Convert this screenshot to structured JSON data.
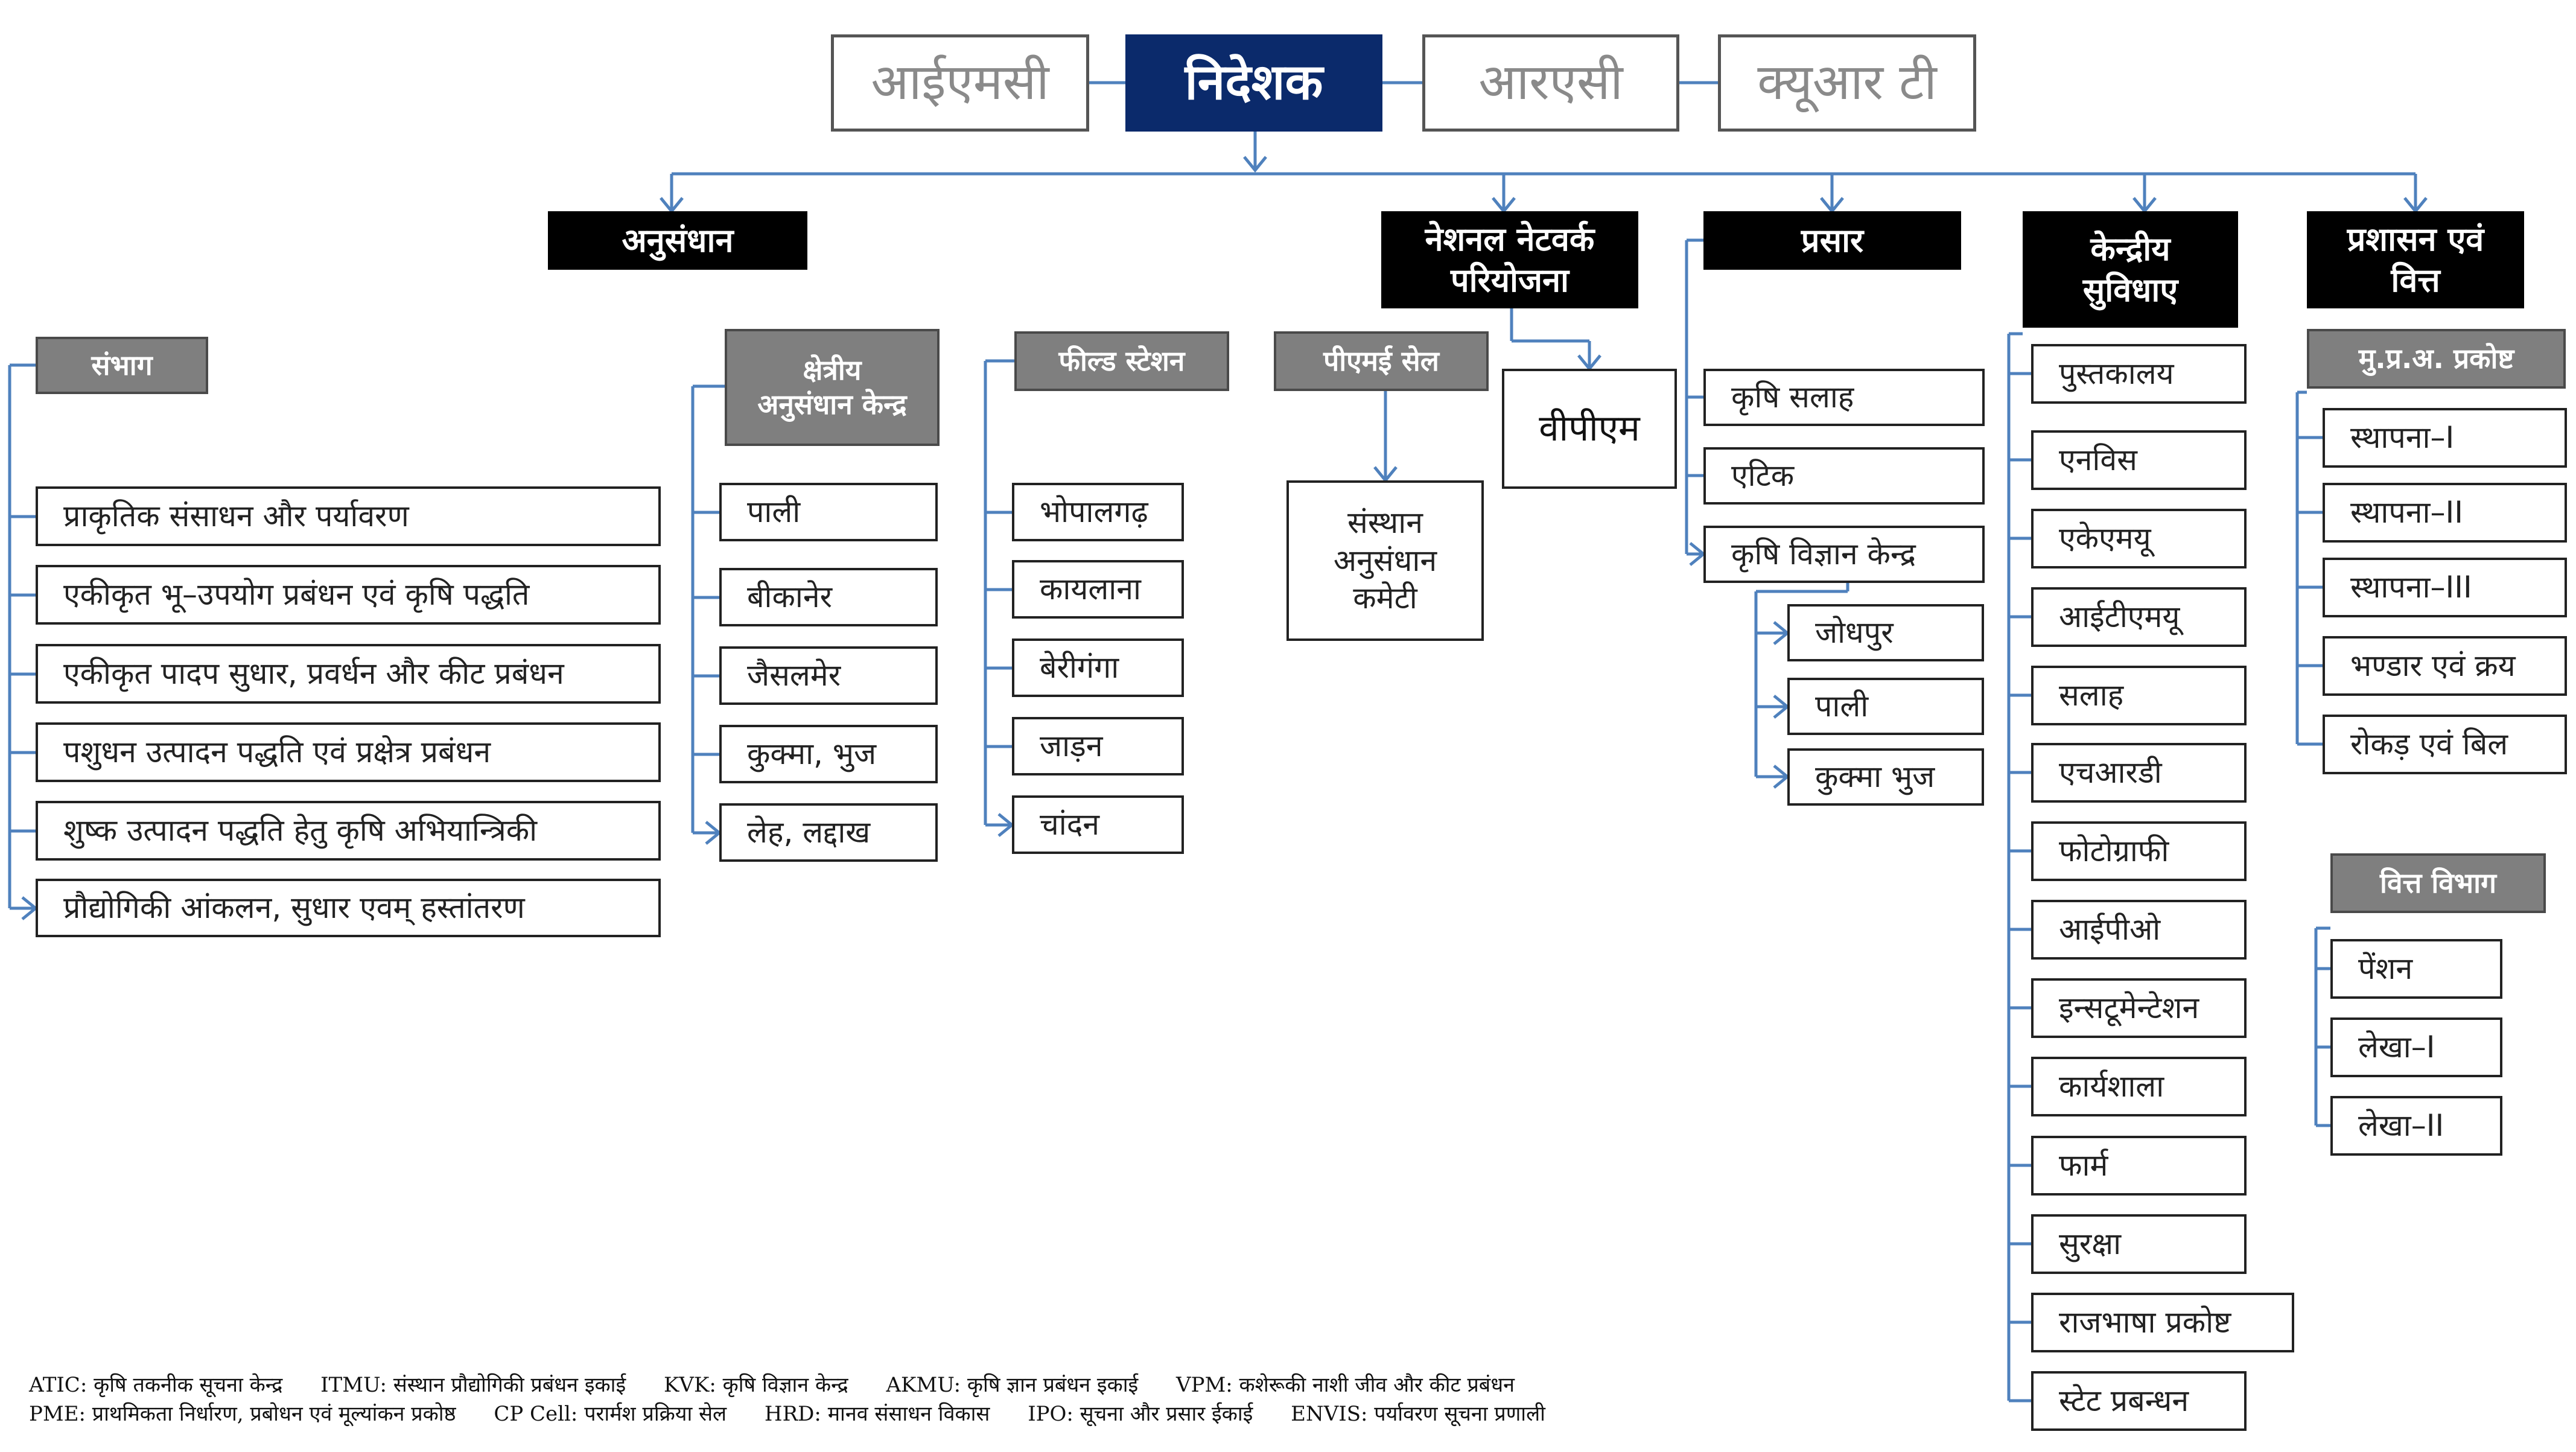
{
  "top_row": [
    "आईएमसी",
    "निदेशक",
    "आरएसी",
    "क्यूआर टी"
  ],
  "heads": {
    "research": "अनुसंधान",
    "national_network": "नेशनल नेटवर्क परियोजना",
    "extension": "प्रसार",
    "central_facilities": "केन्द्रीय सुविधाए",
    "admin_finance": "प्रशासन एवं वित्त"
  },
  "divisions": {
    "title": "संभाग",
    "items": [
      "प्राकृतिक संसाधन और पर्यावरण",
      "एकीकृत भू–उपयोग प्रबंधन एवं कृषि पद्धति",
      "एकीकृत पादप सुधार, प्रवर्धन और कीट प्रबंधन",
      "पशुधन उत्पादन पद्धति एवं प्रक्षेत्र प्रबंधन",
      "शुष्क उत्पादन पद्धति हेतु कृषि अभियान्त्रिकी",
      "प्रौद्योगिकी आंकलन, सुधार एवम् हस्तांतरण"
    ]
  },
  "regional_centres": {
    "title": "क्षेत्रीय अनुसंधान केन्द्र",
    "items": [
      "पाली",
      "बीकानेर",
      "जैसलमेर",
      "कुक्मा, भुज",
      "लेह, लद्दाख"
    ]
  },
  "field_stations": {
    "title": "फील्ड स्टेशन",
    "items": [
      "भोपालगढ़",
      "कायलाना",
      "बेरीगंगा",
      "जाड़न",
      "चांदन"
    ]
  },
  "pme_cell": {
    "title": "पीएमई सेल",
    "child": "संस्थान अनुसंधान कमेटी"
  },
  "vpm": "वीपीएम",
  "extension_items": {
    "items": [
      "कृषि सलाह",
      "एटिक",
      "कृषि विज्ञान केन्द्र"
    ],
    "kvk": [
      "जोधपुर",
      "पाली",
      "कुक्मा भुज"
    ]
  },
  "central_items": [
    "पुस्तकालय",
    "एनविस",
    "एकेएमयू",
    "आईटीएमयू",
    "सलाह",
    "एचआरडी",
    "फोटोग्राफी",
    "आईपीओ",
    "इन्सटूमेन्टेशन",
    "कार्यशाला",
    "फार्म",
    "सुरक्षा",
    "राजभाषा प्रकोष्ट",
    "स्टेट प्रबन्धन"
  ],
  "admin": {
    "title": "मु.प्र.अ. प्रकोष्ट",
    "items": [
      "स्थापना–I",
      "स्थापना–II",
      "स्थापना–III",
      "भण्डार एवं क्रय",
      "रोकड़ एवं बिल"
    ]
  },
  "finance": {
    "title": "वित्त विभाग",
    "items": [
      "पेंशन",
      "लेखा–I",
      "लेखा–II"
    ]
  },
  "legend": [
    [
      "ATIC: कृषि तकनीक सूचना केन्द्र",
      "ITMU: संस्थान प्रौद्योगिकी प्रबंधन इकाई",
      "KVK: कृषि विज्ञान केन्द्र",
      "AKMU: कृषि ज्ञान प्रबंधन इकाई",
      "VPM: कशेरूकी नाशी जीव और कीट प्रबंधन"
    ],
    [
      "PME: प्राथमिकता निर्धारण, प्रबोधन एवं मूल्यांकन प्रकोष्ठ",
      "CP Cell: परार्मश प्रक्रिया सेल",
      "HRD: मानव संसाधन विकास",
      "IPO: सूचना और प्रसार ईकाई",
      "ENVIS: पर्यावरण सूचना प्रणाली"
    ]
  ]
}
